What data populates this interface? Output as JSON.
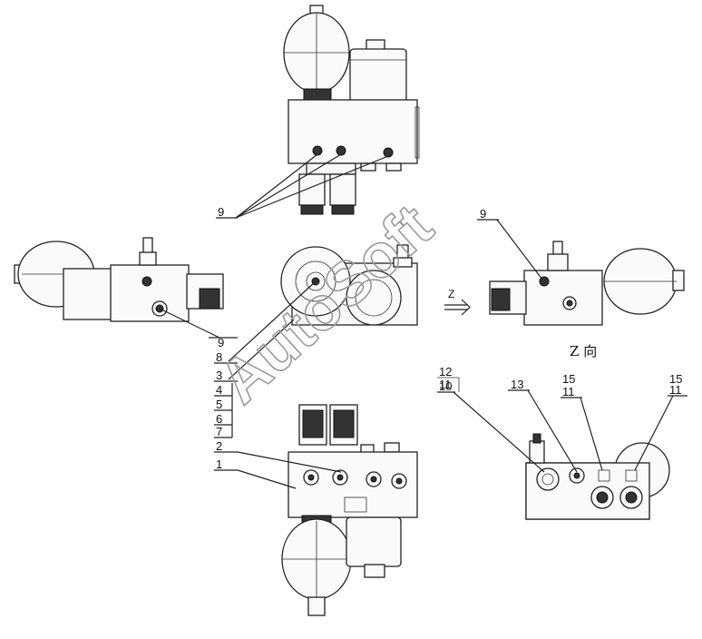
{
  "callouts": {
    "top_9": "9",
    "left_9": "9",
    "right_9": "9",
    "stack_8": "8",
    "stack_3": "3",
    "stack_4": "4",
    "stack_5": "5",
    "stack_6": "6",
    "stack_7": "7",
    "bottom_2": "2",
    "bottom_1": "1",
    "z_12": "12",
    "z_11a": "11",
    "z_10": "10",
    "z_13": "13",
    "z_15a": "15",
    "z_11b": "11",
    "z_15b": "15",
    "z_11c": "11"
  },
  "view_label": "Z 向",
  "arrow_label": "Z",
  "watermark": "AutoSoft"
}
